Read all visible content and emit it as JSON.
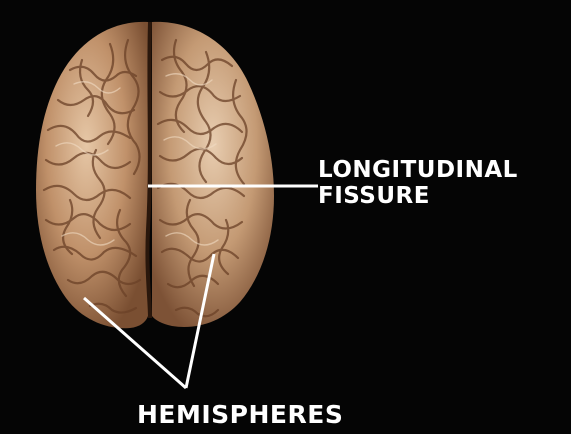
{
  "diagram": {
    "labels": {
      "fissure_line1": "LONGITUDINAL",
      "fissure_line2": "FISSURE",
      "hemispheres": "HEMISPHERES"
    },
    "image": {
      "subject": "brain-top-view-photo",
      "background_color": "#000000",
      "brain_color": "#b5865e",
      "line_color": "#ffffff"
    }
  }
}
